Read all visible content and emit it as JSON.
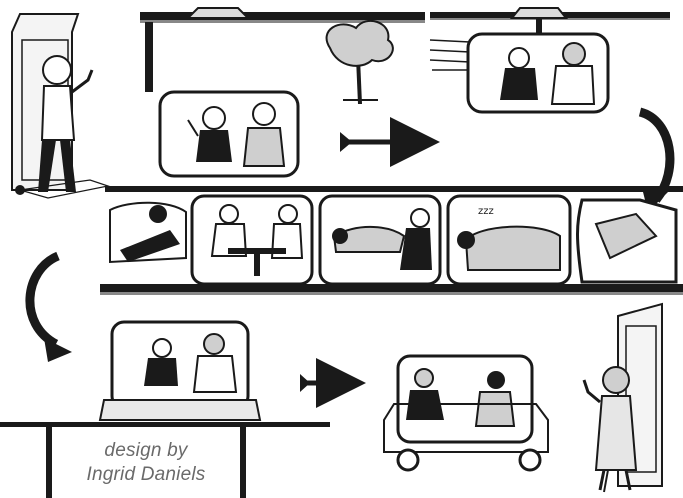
{
  "credit": {
    "line1": "design by",
    "line2": "Ingrid Daniels"
  },
  "sleep_text": "zzz",
  "colors": {
    "ink": "#1a1a1a",
    "paper": "#ffffff",
    "shade": "#cfcfcf",
    "credit_text": "#6a6a6a"
  }
}
